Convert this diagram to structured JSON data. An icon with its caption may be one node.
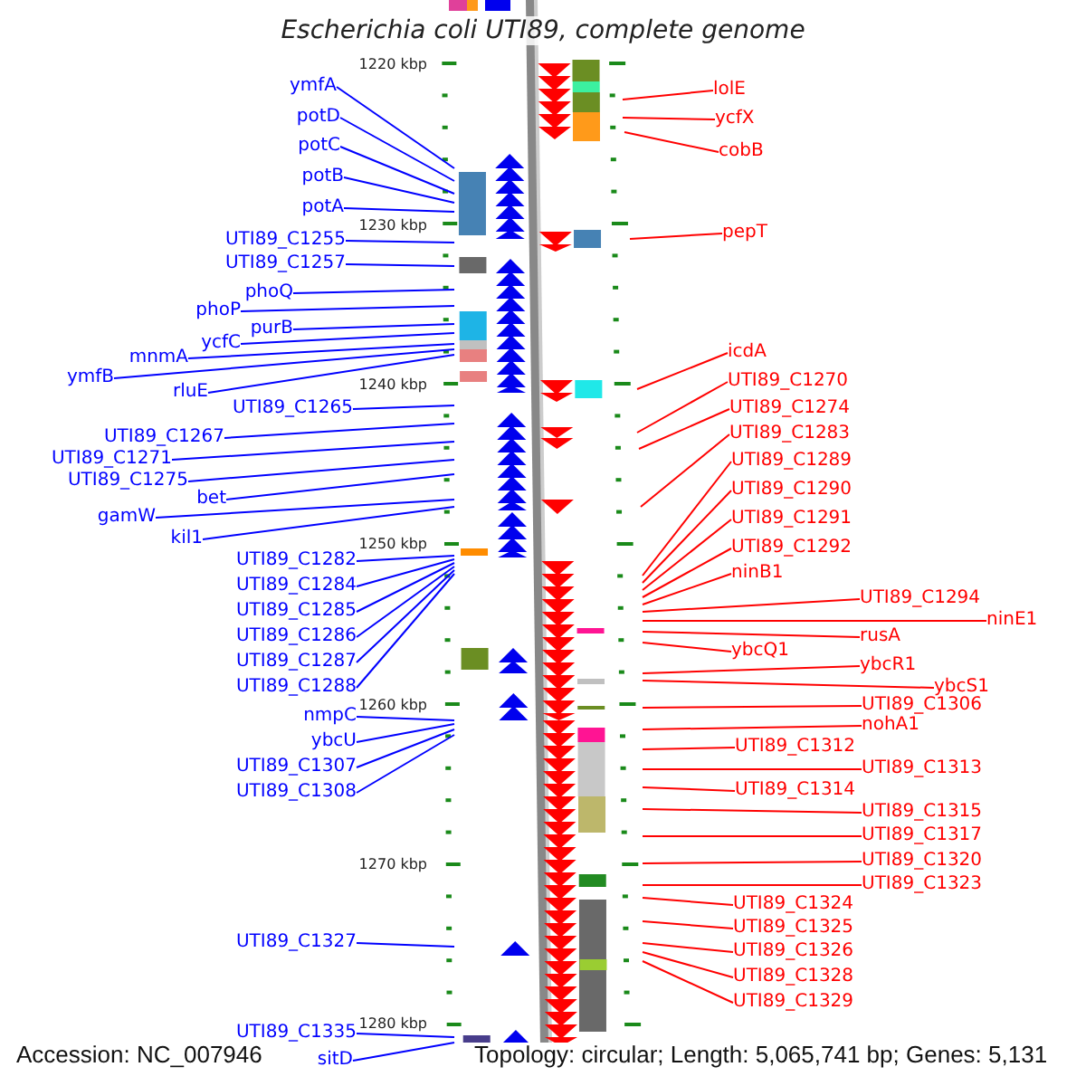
{
  "diagram": {
    "title": "Escherichia coli UTI89, complete genome",
    "nodes": [
      {
        "text": [
          "ymfA"
        ]
      },
      {
        "text": [
          "potD"
        ]
      },
      {
        "text": [
          "potC"
        ]
      },
      {
        "text": [
          "potB"
        ]
      },
      {
        "text": [
          "potA"
        ]
      },
      {
        "text": [
          "UTI89_C1255"
        ]
      },
      {
        "text": [
          "UTI89_C1257"
        ]
      },
      {
        "text": [
          "phoQ"
        ]
      },
      {
        "text": [
          "phoP"
        ]
      },
      {
        "text": [
          "purB"
        ]
      },
      {
        "text": [
          "ycfC"
        ]
      },
      {
        "text": [
          "mnmA"
        ]
      },
      {
        "text": [
          "ymfB"
        ]
      },
      {
        "text": [
          "rluE"
        ]
      },
      {
        "text": [
          "UTI89_C1265"
        ]
      },
      {
        "text": [
          "UTI89_C1267"
        ]
      },
      {
        "text": [
          "UTI89_C1271"
        ]
      },
      {
        "text": [
          "UTI89_C1275"
        ]
      },
      {
        "text": [
          "bet"
        ]
      },
      {
        "text": [
          "gamW"
        ]
      },
      {
        "text": [
          "kil1"
        ]
      },
      {
        "text": [
          "UTI89_C1282"
        ]
      },
      {
        "text": [
          "UTI89_C1284"
        ]
      },
      {
        "text": [
          "UTI89_C1285"
        ]
      },
      {
        "text": [
          "UTI89_C1286"
        ]
      },
      {
        "text": [
          "UTI89_C1287"
        ]
      },
      {
        "text": [
          "UTI89_C1288"
        ]
      },
      {
        "text": [
          "nmpC"
        ]
      },
      {
        "text": [
          "ybcU"
        ]
      },
      {
        "text": [
          "UTI89_C1307"
        ]
      },
      {
        "text": [
          "UTI89_C1308"
        ]
      },
      {
        "text": [
          "UTI89_C1327"
        ]
      },
      {
        "text": [
          "UTI89_C1335"
        ]
      },
      {
        "text": [
          "sitD"
        ]
      },
      {
        "text": [
          "lolE"
        ]
      },
      {
        "text": [
          "ycfX"
        ]
      },
      {
        "text": [
          "cobB"
        ]
      },
      {
        "text": [
          "pepT"
        ]
      },
      {
        "text": [
          "icdA"
        ]
      },
      {
        "text": [
          "UTI89_C1270"
        ]
      },
      {
        "text": [
          "UTI89_C1274"
        ]
      },
      {
        "text": [
          "UTI89_C1283"
        ]
      },
      {
        "text": [
          "UTI89_C1289"
        ]
      },
      {
        "text": [
          "UTI89_C1290"
        ]
      },
      {
        "text": [
          "UTI89_C1291"
        ]
      },
      {
        "text": [
          "UTI89_C1292"
        ]
      },
      {
        "text": [
          "ninB1"
        ]
      },
      {
        "text": [
          "UTI89_C1294"
        ]
      },
      {
        "text": [
          "ninE1"
        ]
      },
      {
        "text": [
          "rusA"
        ]
      },
      {
        "text": [
          "ybcQ1"
        ]
      },
      {
        "text": [
          "ybcR1"
        ]
      },
      {
        "text": [
          "ybcS1"
        ]
      },
      {
        "text": [
          "UTI89_C1306"
        ]
      },
      {
        "text": [
          "nohA1"
        ]
      },
      {
        "text": [
          "UTI89_C1312"
        ]
      },
      {
        "text": [
          "UTI89_C1313"
        ]
      },
      {
        "text": [
          "UTI89_C1314"
        ]
      },
      {
        "text": [
          "UTI89_C1315"
        ]
      },
      {
        "text": [
          "UTI89_C1317"
        ]
      },
      {
        "text": [
          "UTI89_C1320"
        ]
      },
      {
        "text": [
          "UTI89_C1323"
        ]
      },
      {
        "text": [
          "UTI89_C1324"
        ]
      },
      {
        "text": [
          "UTI89_C1325"
        ]
      },
      {
        "text": [
          "UTI89_C1326"
        ]
      },
      {
        "text": [
          "UTI89_C1328"
        ]
      },
      {
        "text": [
          "UTI89_C1329"
        ]
      }
    ],
    "edges": [
      {
        "from": 0,
        "to": null,
        "arrow": "none"
      },
      {
        "from": 1,
        "to": null,
        "arrow": "none"
      },
      {
        "from": 2,
        "to": null,
        "arrow": "none"
      },
      {
        "from": 3,
        "to": null,
        "arrow": "none"
      },
      {
        "from": 4,
        "to": null,
        "arrow": "none"
      },
      {
        "from": 5,
        "to": null,
        "arrow": "none"
      },
      {
        "from": 6,
        "to": null,
        "arrow": "none"
      },
      {
        "from": 7,
        "to": null,
        "arrow": "none"
      },
      {
        "from": 8,
        "to": null,
        "arrow": "none"
      },
      {
        "from": 9,
        "to": null,
        "arrow": "none"
      },
      {
        "from": 10,
        "to": null,
        "arrow": "none"
      },
      {
        "from": 11,
        "to": null,
        "arrow": "none"
      },
      {
        "from": 12,
        "to": null,
        "arrow": "none"
      },
      {
        "from": 13,
        "to": null,
        "arrow": "none"
      },
      {
        "from": 14,
        "to": null,
        "arrow": "none"
      },
      {
        "from": 15,
        "to": null,
        "arrow": "none"
      },
      {
        "from": 16,
        "to": null,
        "arrow": "none"
      },
      {
        "from": 17,
        "to": null,
        "arrow": "none"
      },
      {
        "from": 18,
        "to": null,
        "arrow": "none"
      },
      {
        "from": 19,
        "to": null,
        "arrow": "none"
      },
      {
        "from": 20,
        "to": null,
        "arrow": "none"
      },
      {
        "from": 21,
        "to": null,
        "arrow": "none"
      },
      {
        "from": 22,
        "to": null,
        "arrow": "none"
      },
      {
        "from": 23,
        "to": null,
        "arrow": "none"
      },
      {
        "from": 24,
        "to": null,
        "arrow": "none"
      },
      {
        "from": 25,
        "to": null,
        "arrow": "none"
      },
      {
        "from": 26,
        "to": null,
        "arrow": "none"
      },
      {
        "from": 27,
        "to": null,
        "arrow": "none"
      },
      {
        "from": 28,
        "to": null,
        "arrow": "none"
      },
      {
        "from": 29,
        "to": null,
        "arrow": "none"
      },
      {
        "from": 30,
        "to": null,
        "arrow": "none"
      },
      {
        "from": 31,
        "to": null,
        "arrow": "none"
      },
      {
        "from": 32,
        "to": null,
        "arrow": "none"
      },
      {
        "from": 33,
        "to": null,
        "arrow": "none"
      },
      {
        "from": 34,
        "to": null,
        "arrow": "none",
        "color": "#ff0000"
      },
      {
        "from": 35,
        "to": null,
        "arrow": "none",
        "color": "#ff0000"
      },
      {
        "from": 36,
        "to": null,
        "arrow": "none",
        "color": "#ff0000"
      },
      {
        "from": 37,
        "to": null,
        "arrow": "none",
        "color": "#ff0000"
      },
      {
        "from": 38,
        "to": null,
        "arrow": "none",
        "color": "#ff0000"
      },
      {
        "from": 39,
        "to": null,
        "arrow": "none",
        "color": "#ff0000"
      },
      {
        "from": 40,
        "to": null,
        "arrow": "none",
        "color": "#ff0000"
      },
      {
        "from": 41,
        "to": null,
        "arrow": "none",
        "color": "#ff0000"
      },
      {
        "from": 42,
        "to": null,
        "arrow": "none",
        "color": "#ff0000"
      },
      {
        "from": 43,
        "to": null,
        "arrow": "none",
        "color": "#ff0000"
      },
      {
        "from": 44,
        "to": null,
        "arrow": "none",
        "color": "#ff0000"
      },
      {
        "from": 45,
        "to": null,
        "arrow": "none",
        "color": "#ff0000"
      },
      {
        "from": 46,
        "to": null,
        "arrow": "none",
        "color": "#ff0000"
      },
      {
        "from": 47,
        "to": null,
        "arrow": "none",
        "color": "#ff0000"
      },
      {
        "from": 48,
        "to": null,
        "arrow": "none",
        "color": "#ff0000"
      },
      {
        "from": 49,
        "to": null,
        "arrow": "none",
        "color": "#ff0000"
      },
      {
        "from": 50,
        "to": null,
        "arrow": "none",
        "color": "#ff0000"
      },
      {
        "from": 51,
        "to": null,
        "arrow": "none",
        "color": "#ff0000"
      },
      {
        "from": 52,
        "to": null,
        "arrow": "none",
        "color": "#ff0000"
      },
      {
        "from": 53,
        "to": null,
        "arrow": "none",
        "color": "#ff0000"
      },
      {
        "from": 54,
        "to": null,
        "arrow": "none",
        "color": "#ff0000"
      },
      {
        "from": 55,
        "to": null,
        "arrow": "none",
        "color": "#ff0000"
      },
      {
        "from": 56,
        "to": null,
        "arrow": "none",
        "color": "#ff0000"
      },
      {
        "from": 57,
        "to": null,
        "arrow": "none",
        "color": "#ff0000"
      },
      {
        "from": 58,
        "to": null,
        "arrow": "none",
        "color": "#ff0000"
      },
      {
        "from": 59,
        "to": null,
        "arrow": "none",
        "color": "#ff0000"
      },
      {
        "from": 60,
        "to": null,
        "arrow": "none",
        "color": "#ff0000"
      },
      {
        "from": 61,
        "to": null,
        "arrow": "none",
        "color": "#ff0000"
      },
      {
        "from": 62,
        "to": null,
        "arrow": "none",
        "color": "#ff0000"
      },
      {
        "from": 63,
        "to": null,
        "arrow": "none",
        "color": "#ff0000"
      },
      {
        "from": 64,
        "to": null,
        "arrow": "none",
        "color": "#ff0000"
      },
      {
        "from": 65,
        "to": null,
        "arrow": "none",
        "color": "#ff0000"
      },
      {
        "from": 66,
        "to": null,
        "arrow": "none",
        "color": "#ff0000"
      }
    ],
    "labels": [
      "1220 kbp",
      "1230 kbp",
      "1240 kbp",
      "1250 kbp",
      "1260 kbp",
      "1270 kbp",
      "1280 kbp",
      "Accession: NC_007946",
      "Topology: circular; Length: 5,065,741 bp; Genes: 5,131"
    ]
  }
}
